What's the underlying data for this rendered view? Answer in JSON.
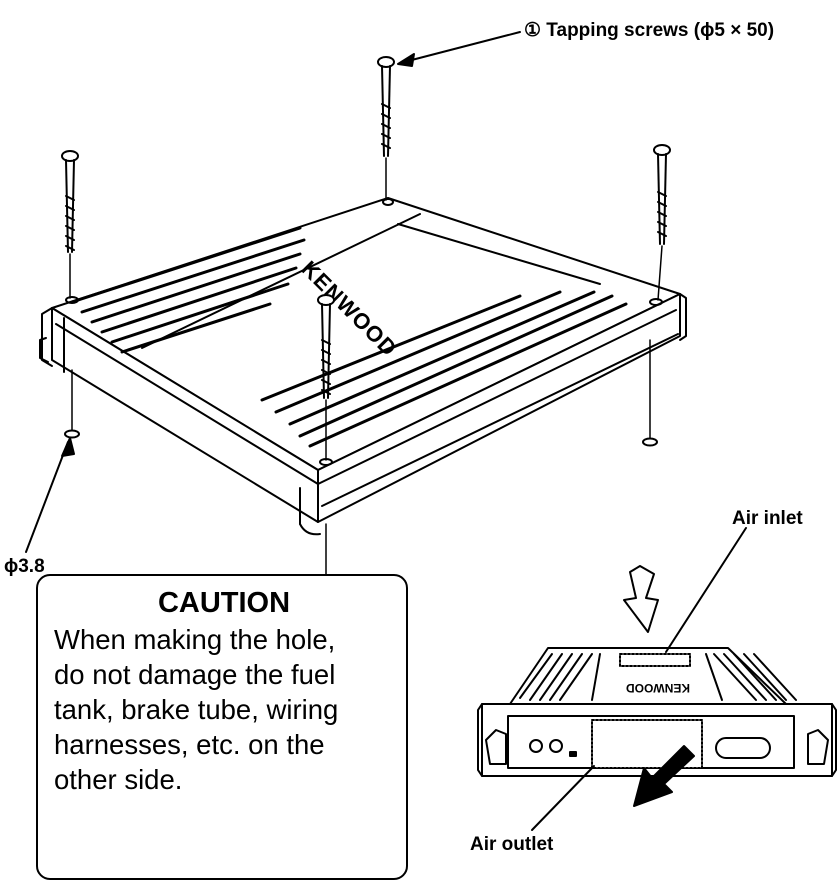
{
  "labels": {
    "screws": "① Tapping screws (ϕ5 × 50)",
    "hole_diameter": "ϕ3.8",
    "air_inlet": "Air inlet",
    "air_outlet": "Air outlet"
  },
  "brand": "KENWOOD",
  "caution": {
    "title": "CAUTION",
    "body": "When making the hole,\ndo not damage the fuel\ntank, brake tube, wiring\nharnesses, etc. on the\nother side."
  }
}
